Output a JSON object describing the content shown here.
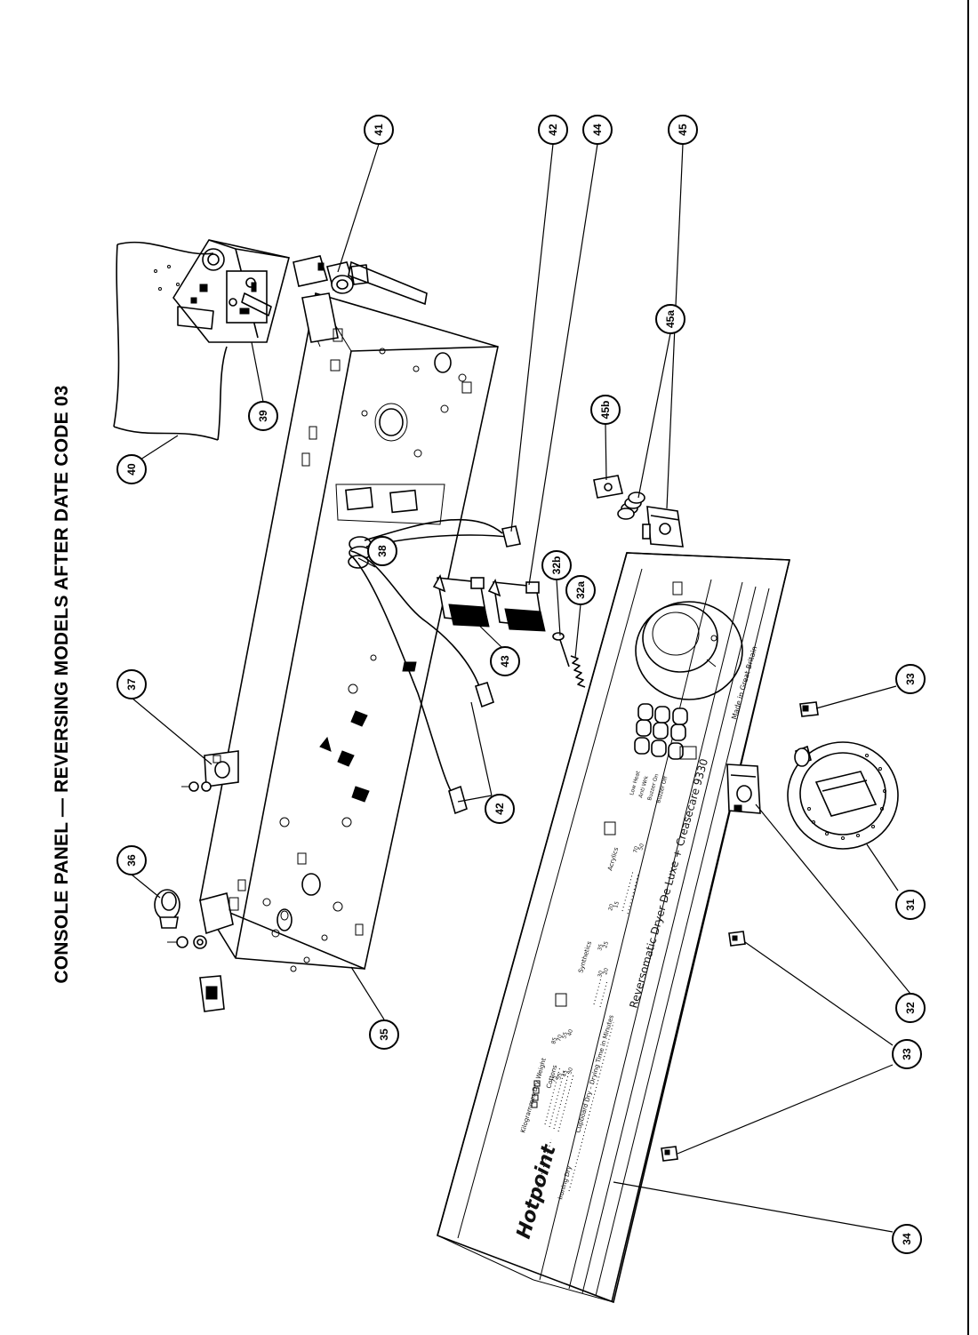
{
  "title": "CONSOLE PANEL — REVERSING MODELS AFTER DATE CODE 03",
  "panel": {
    "brand": "Hotpoint",
    "model_line": "Reversomatic Dryer De Luxe + Creasecare 9330",
    "made_in": "Made in Great Britain",
    "weight_label": "Kilogrammes Dry Weight",
    "cupboard_dry": "Cupboard Dry",
    "ironing_dry": "Ironing Dry",
    "drying_time": "Cupboard Dry – Drying Time in Minutes",
    "cottons": "Cottons",
    "synthetics": "Synthetics",
    "acrylics": "Acrylics",
    "switch_labels": [
      "Low Heat",
      "Anti Wrk",
      "Buzzer On",
      "Buzzer Off"
    ],
    "cottons_times": [
      "85",
      "70",
      "55",
      "40"
    ],
    "cottons_times_b": [
      "75",
      "55",
      "45",
      "30"
    ],
    "synthetics_times": [
      "35",
      "25",
      "20",
      "15"
    ],
    "synthetics_times_b": [
      "30",
      "20"
    ],
    "acrylics_times": [
      "70",
      "50"
    ]
  },
  "callouts": [
    {
      "id": "c31",
      "label": "31"
    },
    {
      "id": "c32",
      "label": "32"
    },
    {
      "id": "c32a",
      "label": "32a"
    },
    {
      "id": "c32b",
      "label": "32b"
    },
    {
      "id": "c33a",
      "label": "33"
    },
    {
      "id": "c33b",
      "label": "33"
    },
    {
      "id": "c34",
      "label": "34"
    },
    {
      "id": "c35",
      "label": "35"
    },
    {
      "id": "c36",
      "label": "36"
    },
    {
      "id": "c37",
      "label": "37"
    },
    {
      "id": "c38",
      "label": "38"
    },
    {
      "id": "c39",
      "label": "39"
    },
    {
      "id": "c40",
      "label": "40"
    },
    {
      "id": "c41",
      "label": "41"
    },
    {
      "id": "c42a",
      "label": "42"
    },
    {
      "id": "c42b",
      "label": "42"
    },
    {
      "id": "c43",
      "label": "43"
    },
    {
      "id": "c44",
      "label": "44"
    },
    {
      "id": "c45",
      "label": "45"
    },
    {
      "id": "c45a",
      "label": "45a"
    },
    {
      "id": "c45b",
      "label": "45b"
    }
  ]
}
